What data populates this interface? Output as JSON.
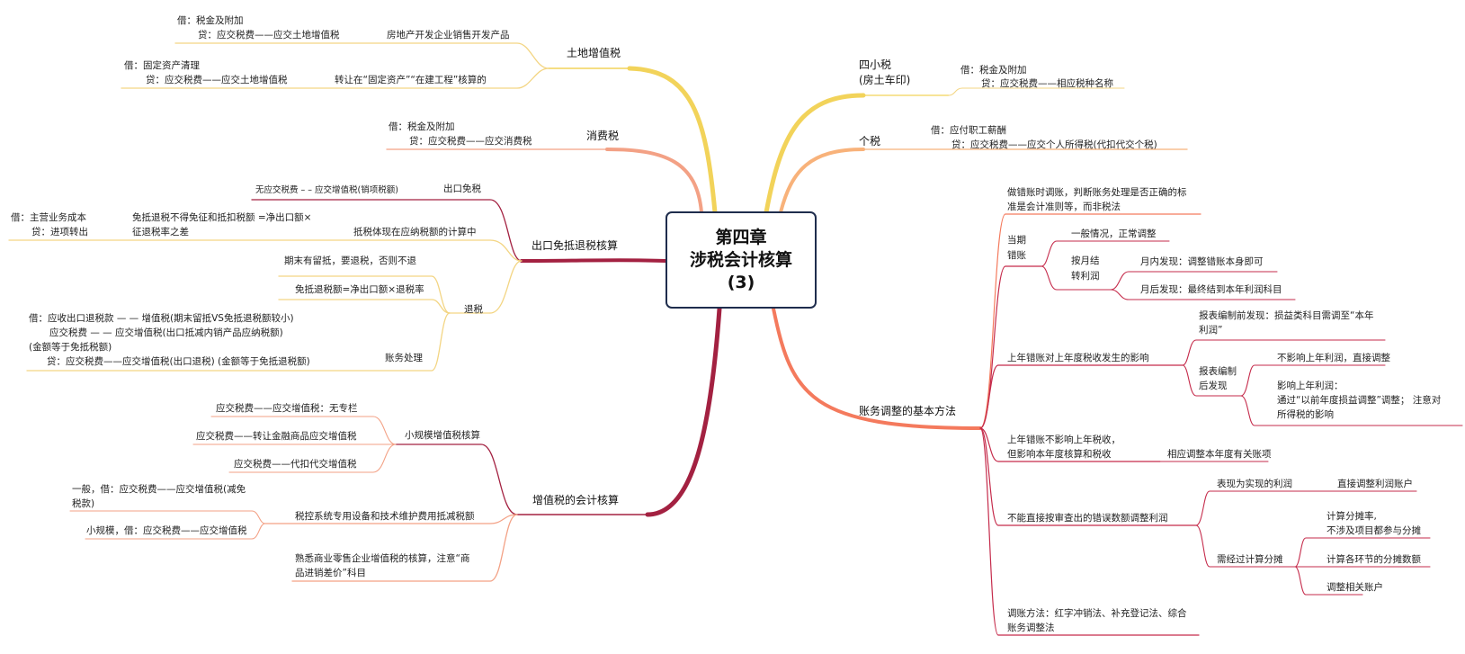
{
  "center": {
    "line1": "第四章",
    "line2": "涉税会计核算",
    "line3": "(3)"
  },
  "colors": {
    "yellow": "#f2d35a",
    "yellow_light": "#f3d583",
    "orange": "#f8b27a",
    "salmon": "#f3a185",
    "dark_red": "#a32141",
    "crimson": "#c52b4b",
    "coral": "#f47a5d"
  },
  "left": {
    "land_vat": {
      "label": "土地增值税",
      "item1": {
        "debit": "借：税金及附加",
        "credit": "贷：应交税费——应交土地增值税",
        "label": "房地产开发企业销售开发产品"
      },
      "item2": {
        "debit": "借：固定资产清理",
        "credit": "贷：应交税费——应交土地增值税",
        "label": "转让在“固定资产”“在建工程”核算的"
      }
    },
    "consumption": {
      "label": "消费税",
      "debit": "借：税金及附加",
      "credit": "贷：应交税费——应交消费税"
    },
    "export": {
      "label": "出口免抵退税核算",
      "exempt": {
        "label": "出口免税",
        "entry": "无应交税费 – – 应交增值税(销项税额)"
      },
      "offset": {
        "label": "抵税体现在应纳税额的计算中",
        "formula1": "免抵退税不得免征和抵扣税额 =净出口额×",
        "formula2": "征退税率之差",
        "debit": "借：主营业务成本",
        "credit": "贷：进项转出"
      },
      "refund": {
        "label": "退税",
        "rule1": "期末有留抵，要退税，否则不退",
        "rule2": "免抵退税额=净出口额×退税率",
        "processing": {
          "label": "账务处理",
          "line1": "借：应收出口退税款 — — 增值税(期末留抵VS免抵退税额较小)",
          "line2": "应交税费 — — 应交增值税(出口抵减内销产品应纳税额)",
          "line3": "(金额等于免抵税额)",
          "line4": "贷：应交税费——应交增值税(出口退税) (金额等于免抵退税额)"
        }
      }
    },
    "vat": {
      "label": "增值税的会计核算",
      "small": {
        "label": "小规模增值税核算",
        "item1": "应交税费——应交增值税：无专栏",
        "item2": "应交税费——转让金融商品应交增值税",
        "item3": "应交税费——代扣代交增值税"
      },
      "tax_device": {
        "label": "税控系统专用设备和技术维护费用抵减税额",
        "general1": "一般，借：应交税费——应交增值税(减免",
        "general2": "税款)",
        "small": "小规模，借：应交税费——应交增值税"
      },
      "retail1": "熟悉商业零售企业增值税的核算，注意“商",
      "retail2": "品进销差价”科目"
    }
  },
  "right": {
    "four_small": {
      "label1": "四小税",
      "label2": "(房土车印)",
      "debit": "借：税金及附加",
      "credit": "贷：应交税费——相应税种名称"
    },
    "personal": {
      "label": "个税",
      "debit": "借：应付职工薪酬",
      "credit": "贷：应交税费——应交个人所得税(代扣代交个税)"
    },
    "adjust": {
      "label": "账务调整的基本方法",
      "principle1": "做错账时调账，判断账务处理是否正确的标",
      "principle2": "准是会计准则等，而非税法",
      "current": {
        "label1": "当期",
        "label2": "错账",
        "normal": "一般情况，正常调整",
        "monthly": {
          "label1": "按月结",
          "label2": "转利润",
          "within": "月内发现：调整错账本身即可",
          "after": "月后发现：最终结到本年利润科目"
        }
      },
      "prior_affect": {
        "label": "上年错账对上年度税收发生的影响",
        "before1": "报表编制前发现：损益类科目需调至“本年",
        "before2": "利润”",
        "after": {
          "label1": "报表编制",
          "label2": "后发现",
          "no_profit": "不影响上年利润，直接调整",
          "profit1": "影响上年利润：",
          "profit2": "通过“以前年度损益调整”调整； 注意对",
          "profit3": "所得税的影响"
        }
      },
      "prior_no_affect": {
        "label1": "上年错账不影响上年税收，",
        "label2": "但影响本年度核算和税收",
        "action": "相应调整本年度有关账项"
      },
      "indirect": {
        "label": "不能直接按审查出的错误数额调整利润",
        "realized": {
          "label": "表现为实现的利润",
          "action": "直接调整利润账户"
        },
        "allocate": {
          "label": "需经过计算分摊",
          "rate1": "计算分摊率,",
          "rate2": "不涉及项目都参与分摊",
          "amount": "计算各环节的分摊数额",
          "accounts": "调整相关账户"
        }
      },
      "methods1": "调账方法：红字冲销法、补充登记法、综合",
      "methods2": "账务调整法"
    }
  }
}
